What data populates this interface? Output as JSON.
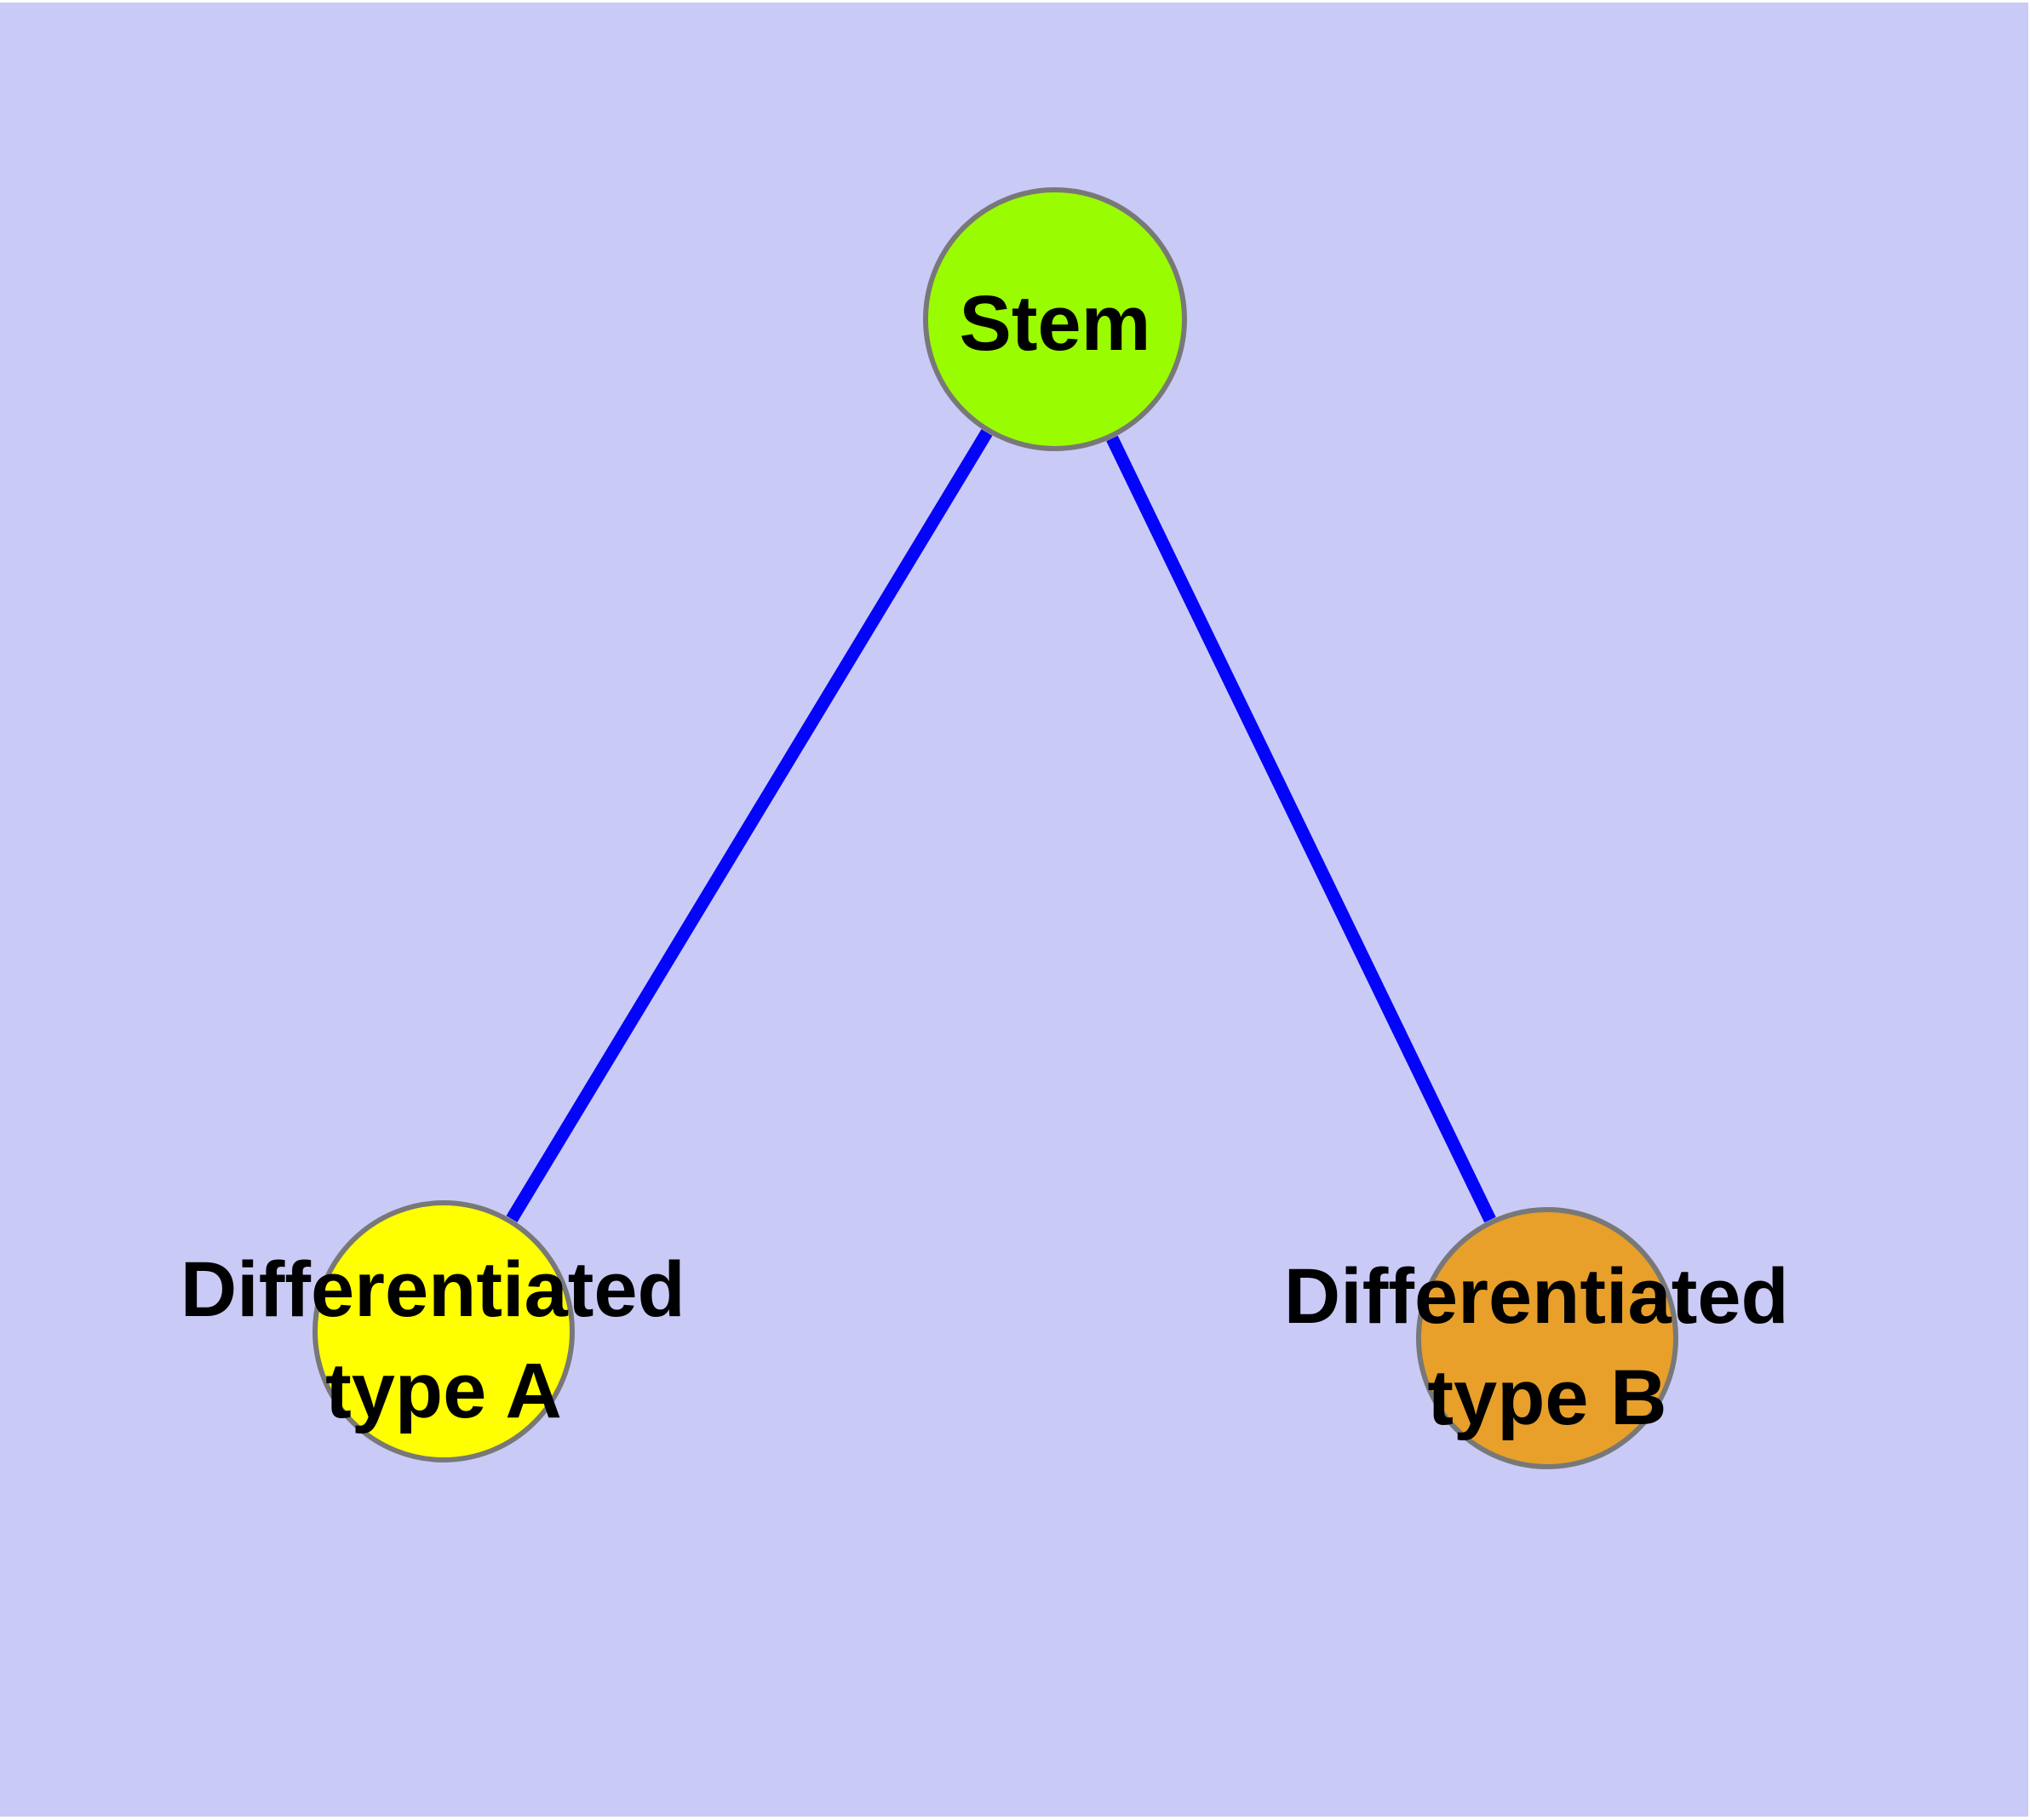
{
  "canvas": {
    "background_color": "#CACAF6",
    "margin_color": "#FFFFFF"
  },
  "graph": {
    "type": "node-link-diagram",
    "edge_color": "#0404FA",
    "node_border_color": "#787878",
    "label_color": "#000000",
    "nodes": [
      {
        "id": "stem",
        "label": "Stem",
        "fill_color": "#9AFC00"
      },
      {
        "id": "differentiated-type-a",
        "label_line1": "Differentiated",
        "label_line2": "type A",
        "label": "Differentiated type A",
        "fill_color": "#FFFF00"
      },
      {
        "id": "differentiated-type-b",
        "label_line1": "Differentiated",
        "label_line2": "type B",
        "label": "Differentiated type B",
        "fill_color": "#E8A02A"
      }
    ],
    "edges": [
      {
        "from": "stem",
        "to": "differentiated-type-a"
      },
      {
        "from": "stem",
        "to": "differentiated-type-b"
      }
    ]
  }
}
